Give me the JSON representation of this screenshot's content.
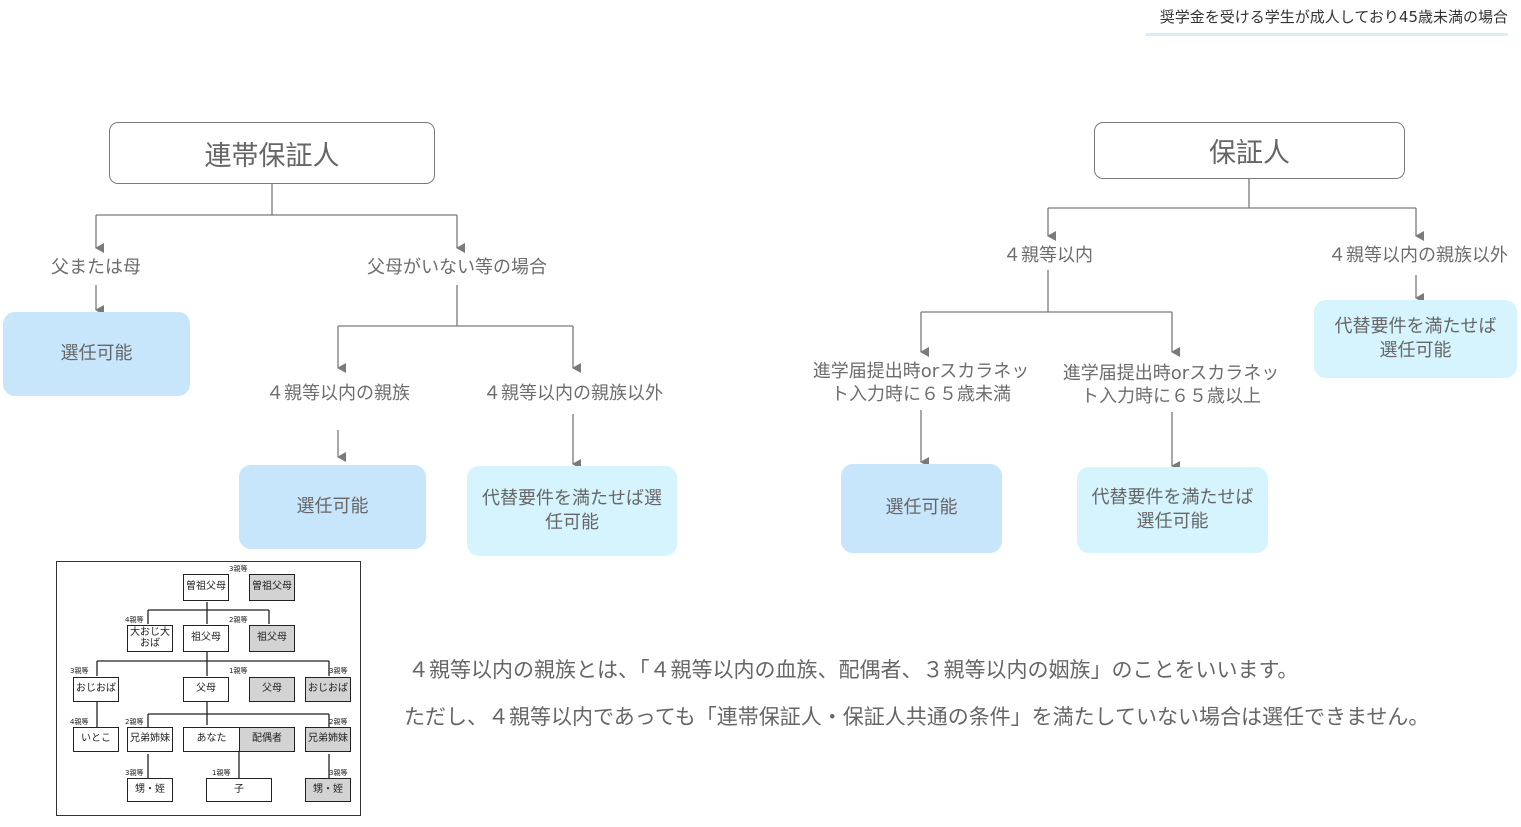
{
  "header": {
    "corner_title": "奨学金を受ける学生が成人しており45歳未満の場合"
  },
  "left_tree": {
    "title": "連帯保証人",
    "branch_parents": "父または母",
    "branch_parents_result": "選任可能",
    "branch_no_parents": "父母がいない等の場合",
    "sub_within": "４親等以内の親族",
    "sub_within_result": "選任可能",
    "sub_outside": "４親等以内の親族以外",
    "sub_outside_result": "代替要件を満たせば選任可能"
  },
  "right_tree": {
    "title": "保証人",
    "branch_within": "４親等以内",
    "branch_outside": "４親等以内の親族以外",
    "branch_outside_result": "代替要件を満たせば選任可能",
    "sub_under65": "進学届提出時orスカラネット入力時に６５歳未満",
    "sub_under65_result": "選任可能",
    "sub_over65": "進学届提出時orスカラネット入力時に６５歳以上",
    "sub_over65_result": "代替要件を満たせば選任可能"
  },
  "notes": {
    "line1": "４親等以内の親族とは、「４親等以内の血族、配偶者、３親等以内の姻族」のことをいいます。",
    "line2": "ただし、４親等以内であっても「連帯保証人・保証人共通の条件」を満たしていない場合は選任できません。"
  },
  "kinship": {
    "great_grandparents": "曽祖父母",
    "great_grandparents_inlaw": "曽祖父母",
    "great_uncle_aunt": "大おじ大おば",
    "grandparents": "祖父母",
    "grandparents_inlaw": "祖父母",
    "uncle_aunt": "おじおば",
    "uncle_aunt_inlaw": "おじおば",
    "parents": "父母",
    "parents_inlaw": "父母",
    "cousin": "いとこ",
    "siblings": "兄弟姉妹",
    "siblings_inlaw": "兄弟姉妹",
    "you": "あなた",
    "spouse": "配偶者",
    "nephew_niece": "甥・姪",
    "nephew_niece_inlaw": "甥・姪",
    "child": "子",
    "deg1": "1親等",
    "deg2": "2親等",
    "deg3": "3親等",
    "deg4": "4親等"
  },
  "colors": {
    "result_blue": "#c7e5fb",
    "result_cyan": "#d6f4fd",
    "inlaw_gray": "#d3d3d3",
    "line_gray": "#7a7a7a"
  }
}
